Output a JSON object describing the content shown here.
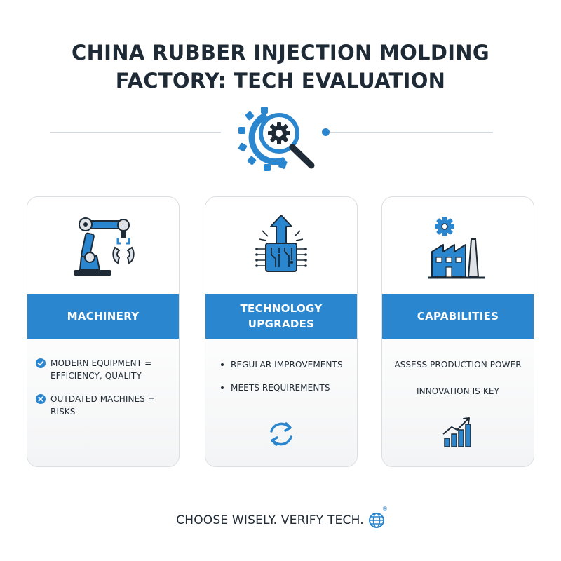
{
  "title": {
    "line1": "CHINA RUBBER INJECTION MOLDING",
    "line2": "FACTORY: TECH EVALUATION"
  },
  "hero_icon": "magnifying-glass-gear-icon",
  "colors": {
    "accent": "#2b86d0",
    "text": "#1f2a35",
    "divider": "#d3d7db",
    "card_border": "#dcdfe2"
  },
  "cards": [
    {
      "icon": "robotic-arm-icon",
      "label": "MACHINERY",
      "items": [
        {
          "icon": "check-circle-icon",
          "text": "MODERN EQUIPMENT = EFFICIENCY, QUALITY"
        },
        {
          "icon": "x-circle-icon",
          "text": "OUTDATED MACHINES = RISKS"
        }
      ]
    },
    {
      "icon": "chip-upgrade-arrow-icon",
      "label": "TECHNOLOGY UPGRADES",
      "items": [
        {
          "icon": "bullet",
          "text": "REGULAR IMPROVEMENTS"
        },
        {
          "icon": "bullet",
          "text": "MEETS REQUIREMENTS"
        }
      ],
      "footer_icon": "refresh-cycle-icon"
    },
    {
      "icon": "factory-gear-icon",
      "label": "CAPABILITIES",
      "items": [
        {
          "text": "ASSESS PRODUCTION POWER"
        },
        {
          "text": "INNOVATION IS KEY"
        }
      ],
      "footer_icon": "growth-chart-icon"
    }
  ],
  "footer": {
    "text": "CHOOSE WISELY. VERIFY TECH.",
    "icon": "globe-icon",
    "mark": "®"
  }
}
